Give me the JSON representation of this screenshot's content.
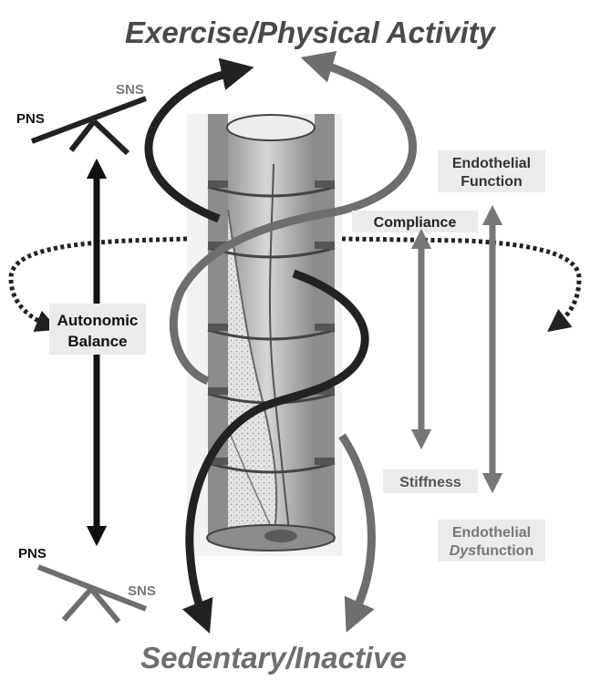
{
  "title_top": "Exercise/Physical Activity",
  "title_bottom": "Sedentary/Inactive",
  "labels": {
    "pns_top": "PNS",
    "sns_top": "SNS",
    "pns_bottom": "PNS",
    "sns_bottom": "SNS",
    "autonomic_line1": "Autonomic",
    "autonomic_line2": "Balance",
    "endothelial_function_line1": "Endothelial",
    "endothelial_function_line2": "Function",
    "compliance": "Compliance",
    "stiffness": "Stiffness",
    "endothelial_dysfunction_line1": "Endothelial",
    "endothelial_dysfunction_line2a": "Dys",
    "endothelial_dysfunction_line2b": "function"
  },
  "colors": {
    "dark": "#222222",
    "mid_gray": "#6e6e6e",
    "label_box": "#ebebeb",
    "vessel_wall": "#8c8c8c",
    "vessel_lumen": "#c4c4c4",
    "plaque": "#dcdcdc"
  }
}
